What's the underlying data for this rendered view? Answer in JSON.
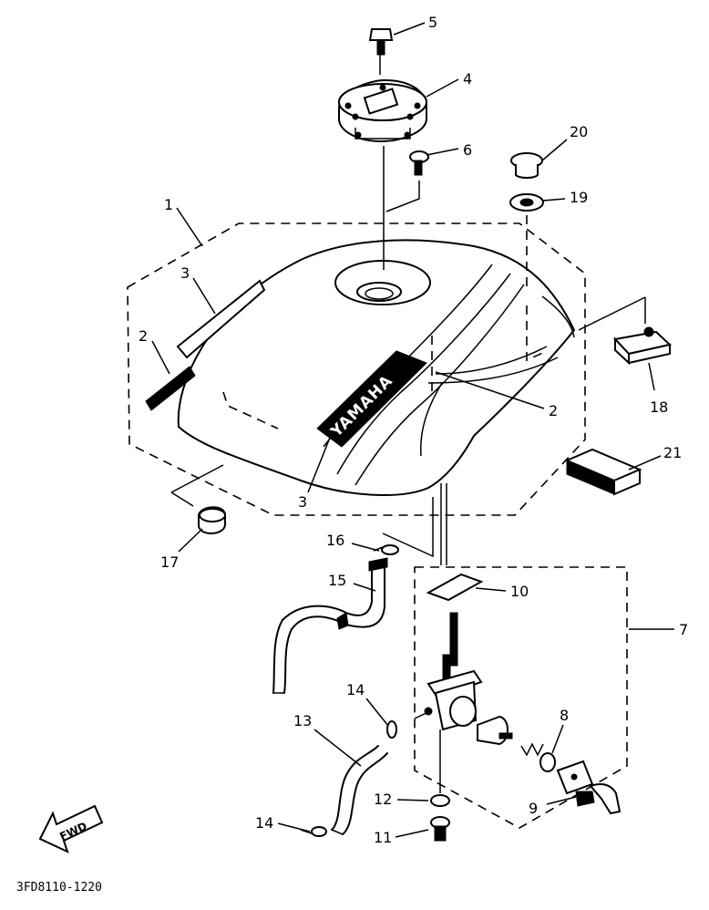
{
  "diagram": {
    "reference_code": "3FD8110-1220",
    "direction_label": "FWD",
    "tank_badge_text": "YAMAHA",
    "callouts": {
      "c1": "1",
      "c2a": "2",
      "c2b": "2",
      "c3a": "3",
      "c3b": "3",
      "c4": "4",
      "c5": "5",
      "c6": "6",
      "c7": "7",
      "c8": "8",
      "c9": "9",
      "c10": "10",
      "c11": "11",
      "c12": "12",
      "c13": "13",
      "c14a": "14",
      "c14b": "14",
      "c15": "15",
      "c16": "16",
      "c17": "17",
      "c18": "18",
      "c19": "19",
      "c20": "20",
      "c21": "21"
    }
  }
}
